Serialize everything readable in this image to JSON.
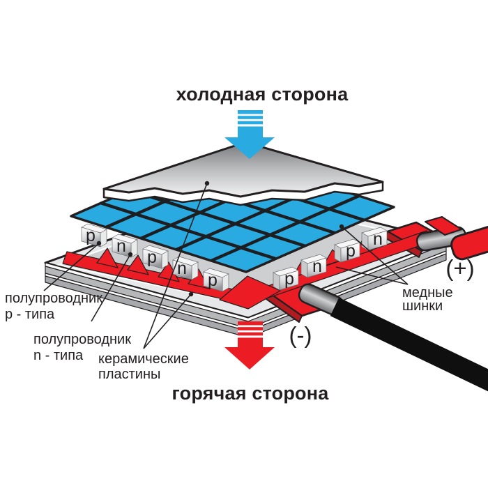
{
  "labels": {
    "cold_side": "холодная сторона",
    "hot_side": "горячая сторона",
    "semiconductor_p_line1": "полупроводник",
    "semiconductor_p_line2": "p - типа",
    "semiconductor_n_line1": "полупроводник",
    "semiconductor_n_line2": "n - типа",
    "ceramic_line1": "керамические",
    "ceramic_line2": "пластины",
    "copper_line1": "медные",
    "copper_line2": "шинки",
    "plus_terminal": "(+)",
    "minus_terminal": "(-)"
  },
  "cubes": [
    {
      "letter": "p"
    },
    {
      "letter": "n"
    },
    {
      "letter": "p"
    },
    {
      "letter": "n"
    },
    {
      "letter": "p"
    },
    {
      "letter": "p"
    },
    {
      "letter": "n"
    },
    {
      "letter": "p"
    },
    {
      "letter": "n"
    }
  ],
  "colors": {
    "cold_blue": "#29ABE2",
    "hot_red": "#EC1C24",
    "hot_red_dark": "#B01B20",
    "outline": "#231F20",
    "ceramic_light": "#E7E8E9",
    "ceramic_mid": "#CDCFD1",
    "wire_black": "#0F0F10"
  }
}
